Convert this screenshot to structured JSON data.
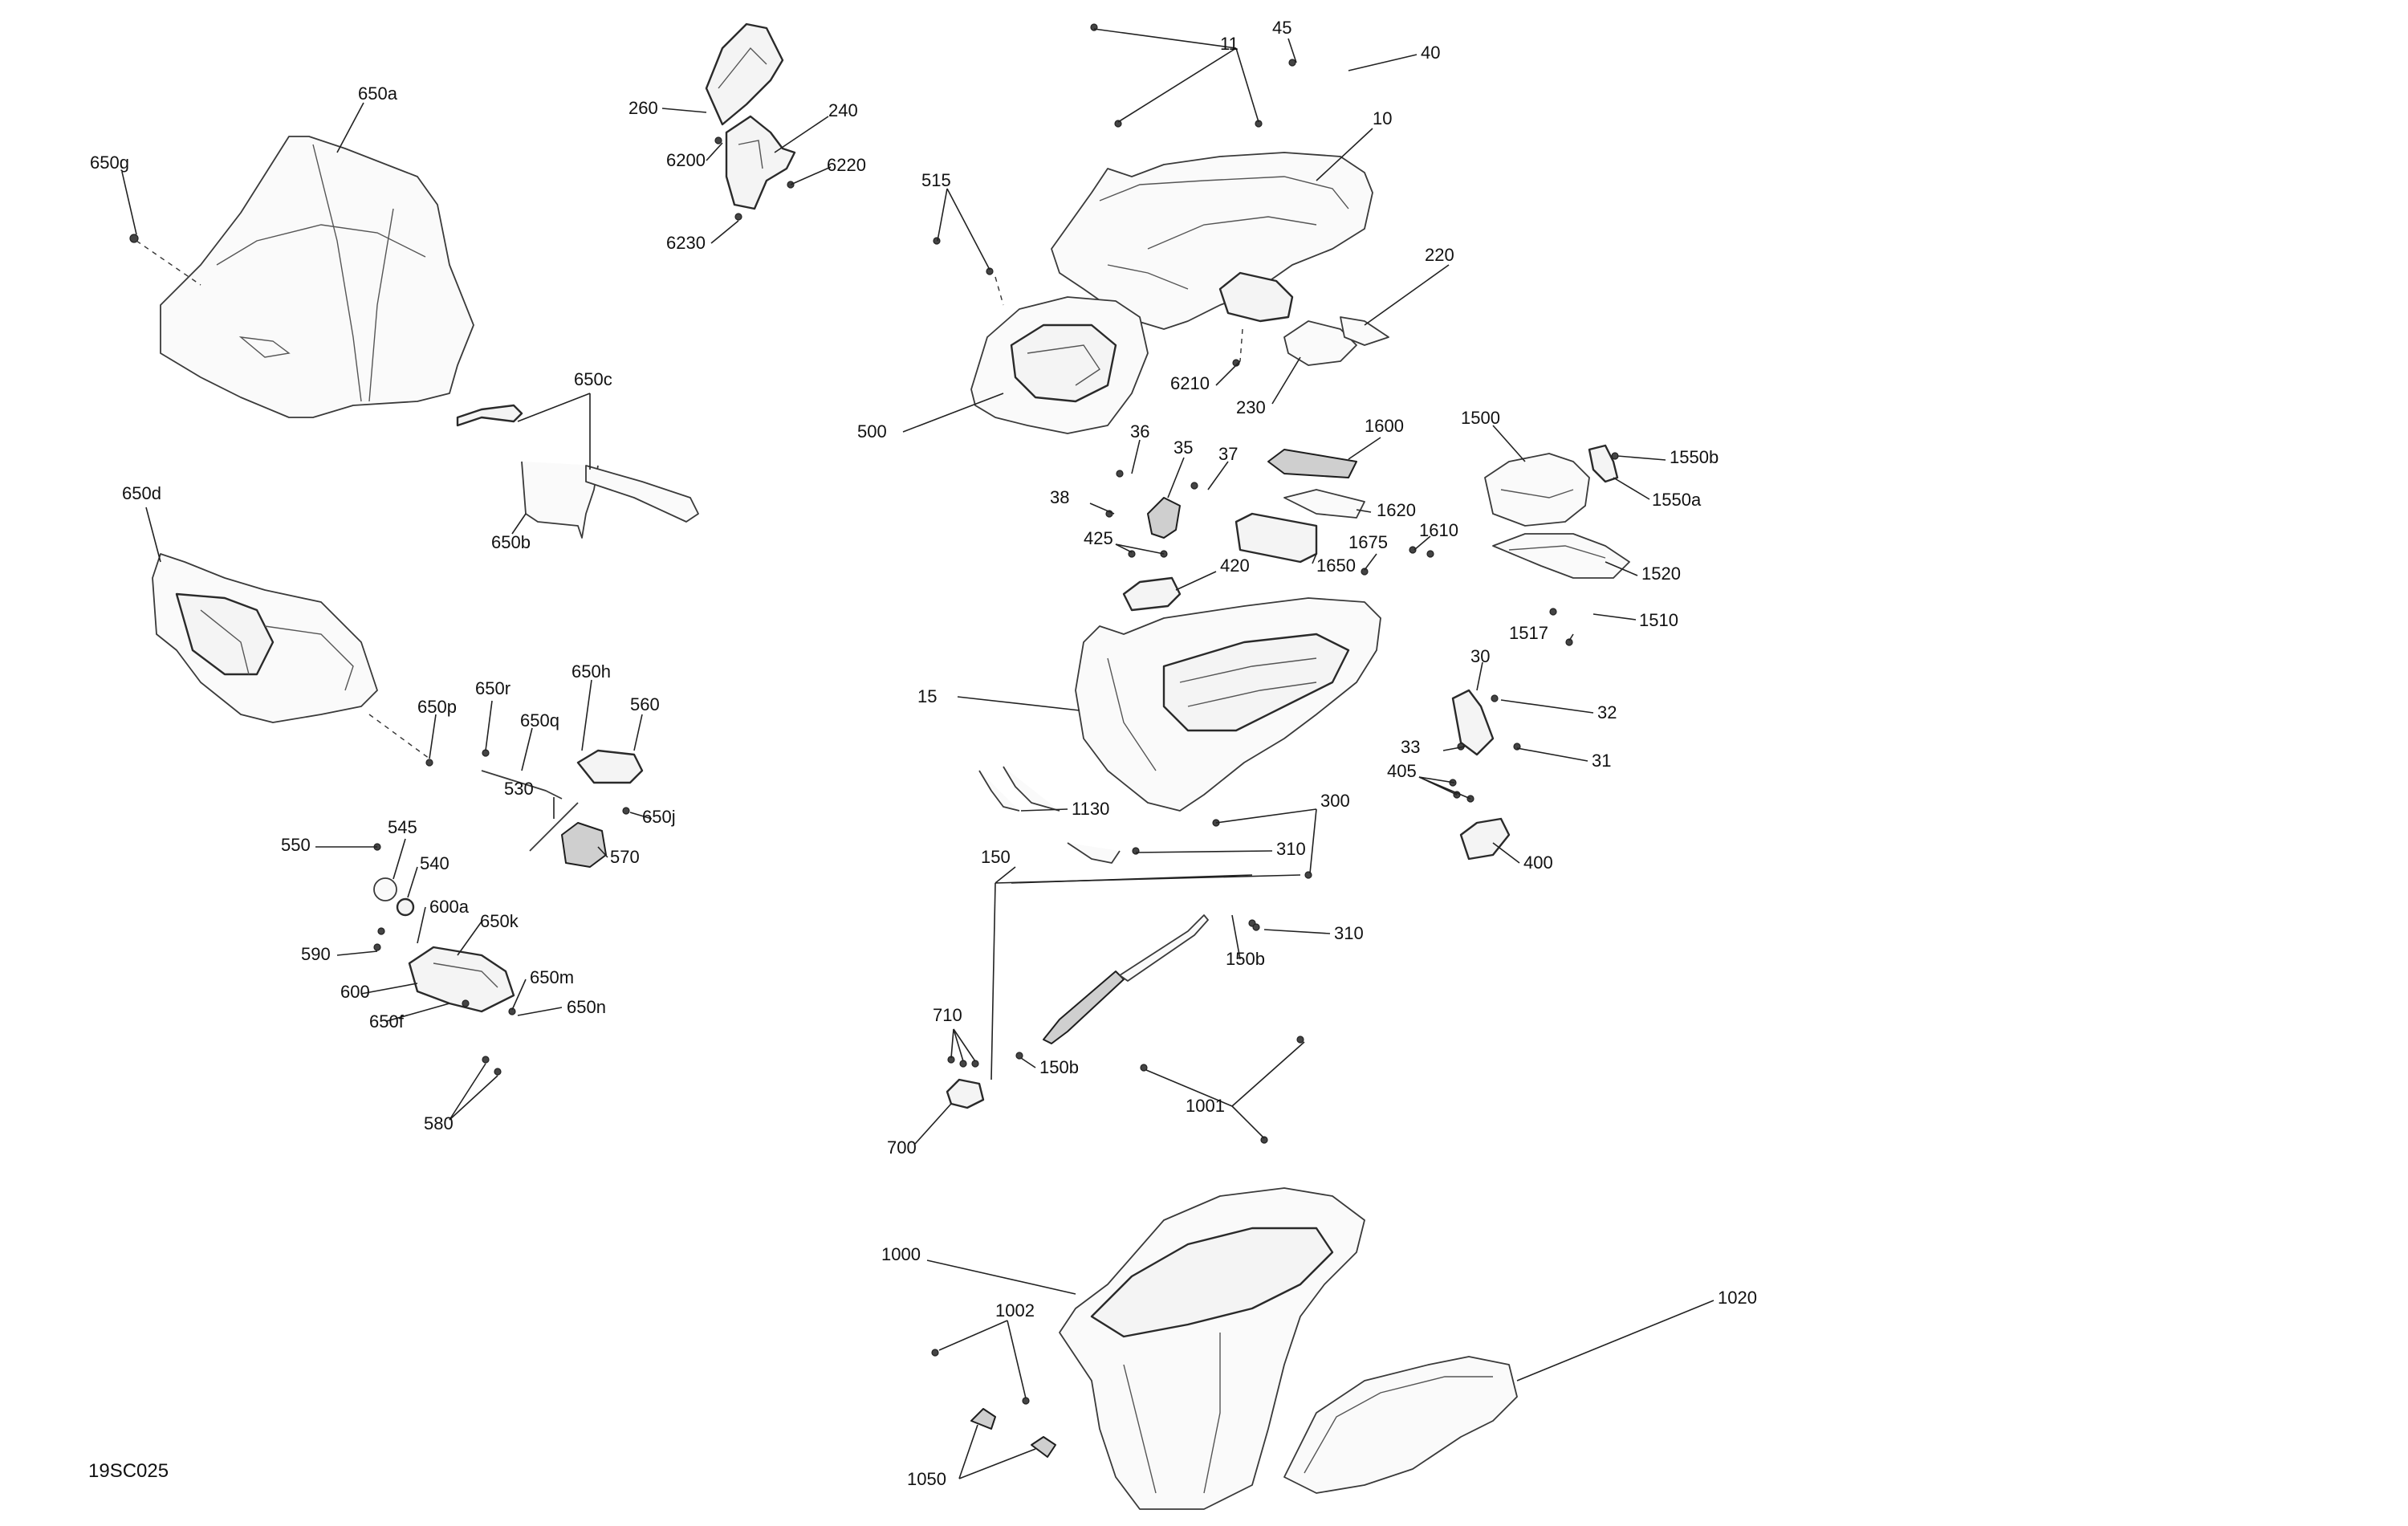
{
  "diagram": {
    "reference_code": "19SC025",
    "labels": [
      "650a",
      "650g",
      "260",
      "240",
      "6200",
      "6220",
      "6230",
      "11",
      "45",
      "40",
      "10",
      "515",
      "220",
      "6210",
      "230",
      "500",
      "650c",
      "650b",
      "650d",
      "36",
      "35",
      "37",
      "1600",
      "1500",
      "1550b",
      "1550a",
      "38",
      "1620",
      "425",
      "1675",
      "1610",
      "1650",
      "420",
      "1520",
      "1510",
      "1517",
      "15",
      "30",
      "32",
      "650r",
      "650h",
      "560",
      "650p",
      "650q",
      "530",
      "650j",
      "570",
      "33",
      "31",
      "405",
      "1130",
      "300",
      "550",
      "545",
      "540",
      "310",
      "400",
      "150",
      "600a",
      "650k",
      "590",
      "650m",
      "600",
      "650n",
      "650f",
      "310",
      "150b",
      "710",
      "150b",
      "1001",
      "580",
      "700",
      "1000",
      "1020",
      "1002",
      "1050"
    ]
  }
}
